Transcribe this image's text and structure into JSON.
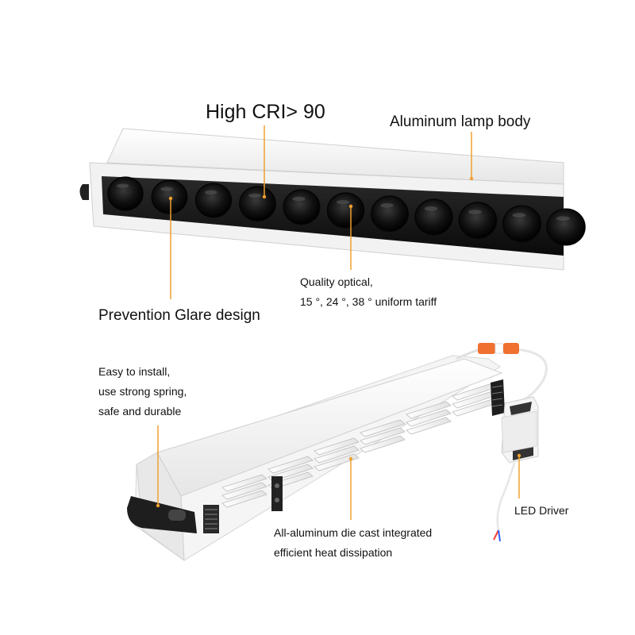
{
  "annotations": {
    "high_cri": "High CRI> 90",
    "aluminum_body": "Aluminum lamp body",
    "quality_optical": [
      "Quality optical,",
      "15 °, 24 °, 38 ° uniform tariff"
    ],
    "prevention_glare": "Prevention Glare design",
    "easy_install": [
      "Easy to install,",
      "use strong spring,",
      "safe and durable"
    ],
    "led_driver": "LED Driver",
    "heat_dissipation": [
      "All-aluminum die cast integrated",
      "efficient heat dissipation"
    ]
  },
  "colors": {
    "leader_line": "#f0a030",
    "housing": "#f4f4f4",
    "lens_strip": "#1c1c1c",
    "connector": "#f07030"
  },
  "lens_count": 11
}
